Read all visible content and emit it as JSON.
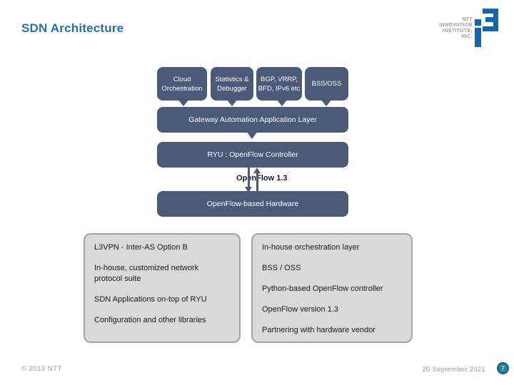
{
  "slide": {
    "title": "SDN Architecture",
    "logo": {
      "org_lines": [
        "NTT",
        "INNOVATION",
        "INSTITUTE,",
        "INC."
      ],
      "mark": "i3-logo",
      "blue": "#1266ad",
      "gray": "#9aa0a6"
    },
    "footer": {
      "copyright": "© 2013 NTT",
      "date": "20 September 2021",
      "page_number": "7"
    }
  },
  "diagram": {
    "callouts": [
      {
        "line1": "Cloud",
        "line2": "Orchestration"
      },
      {
        "line1": "Statistics &",
        "line2": "Debugger"
      },
      {
        "line1": "BGP, VRRP,",
        "line2": "BFD, IPv6 etc"
      },
      {
        "line1": "BSS/OSS",
        "line2": ""
      }
    ],
    "layers": {
      "application": "Gateway Automation Application Layer",
      "controller": "RYU : OpenFlow Controller",
      "hardware": "OpenFlow-based Hardware"
    },
    "protocol_label": "OpenFlow 1.3",
    "colors": {
      "box": "#4c5a7a",
      "panel_fill": "#d9d9d9",
      "panel_border": "#a3a3a3",
      "title_blue": "#2070b2",
      "badge_fill": "#2a7f9b",
      "badge_border": "#175f78"
    }
  },
  "left_panel": {
    "items": [
      "L3VPN - Inter-AS Option B",
      "In-house, customized network protocol suite",
      "SDN Applications on-top of RYU",
      "Configuration and other libraries"
    ]
  },
  "right_panel": {
    "items": [
      "In-house orchestration layer",
      "BSS / OSS",
      "Python-based OpenFlow controller",
      "OpenFlow version 1.3",
      "Partnering with hardware vendor"
    ]
  }
}
